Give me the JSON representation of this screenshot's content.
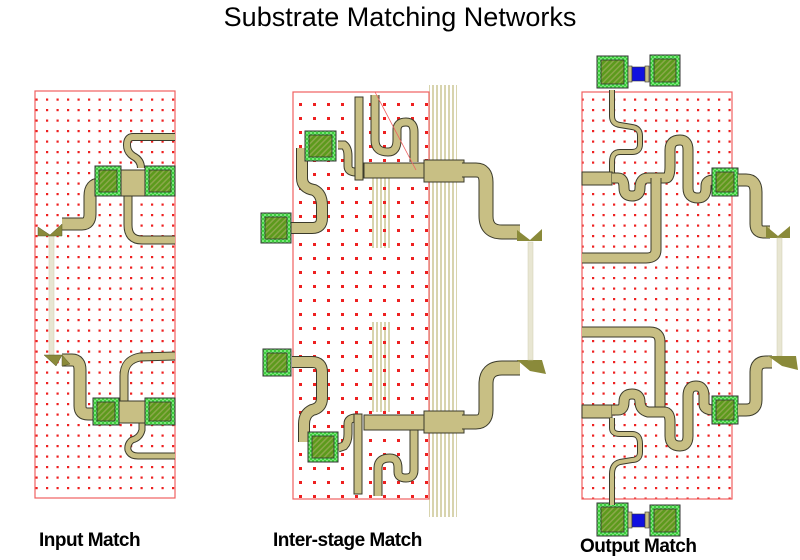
{
  "title": "Substrate Matching Networks",
  "colors": {
    "substrate_outline": "#f06060",
    "grid_dot": "#ee2020",
    "trace_fill": "#c8bf84",
    "trace_stroke": "#3a3a2a",
    "pad_outer": "#66e066",
    "pad_inner": "#5a9a1a",
    "capacitor": "#1010e0",
    "bondwire": "#e6e6cc",
    "port_arrow": "#8a8a3a"
  },
  "panels": [
    {
      "id": "input",
      "label": "Input Match"
    },
    {
      "id": "interstage",
      "label": "Inter-stage Match"
    },
    {
      "id": "output",
      "label": "Output Match"
    }
  ]
}
